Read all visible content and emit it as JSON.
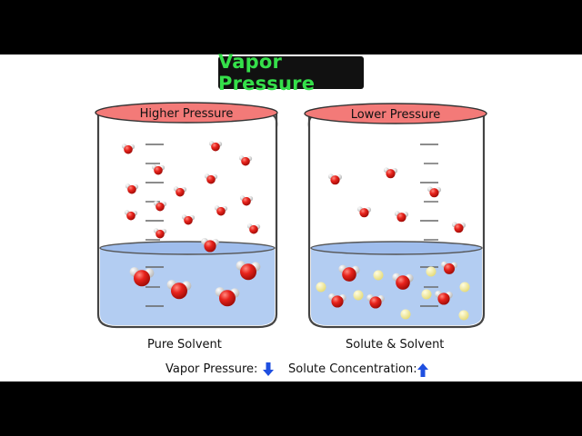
{
  "title": "Vapor Pressure",
  "beakers": [
    {
      "lid_label": "Higher Pressure",
      "caption": "Pure Solvent",
      "contents": "water-only",
      "solute_count": 0
    },
    {
      "lid_label": "Lower Pressure",
      "caption": "Solute & Solvent",
      "contents": "water-and-solute",
      "solute_count": 8
    }
  ],
  "footer": {
    "vapor_pressure_label": "Vapor Pressure:",
    "vapor_pressure_icon": "arrow-down-icon",
    "solute_concentration_label": "Solute Concentration:",
    "solute_concentration_icon": "arrow-up-icon"
  },
  "colors": {
    "title_text": "#35e04a",
    "title_bg": "#111111",
    "lid": "#f37a78",
    "liquid": "#b3cdf2",
    "oxygen": "#e8231c",
    "hydrogen": "#eaeaea",
    "solute": "#f7f0a6",
    "arrow": "#1f4fe0"
  }
}
